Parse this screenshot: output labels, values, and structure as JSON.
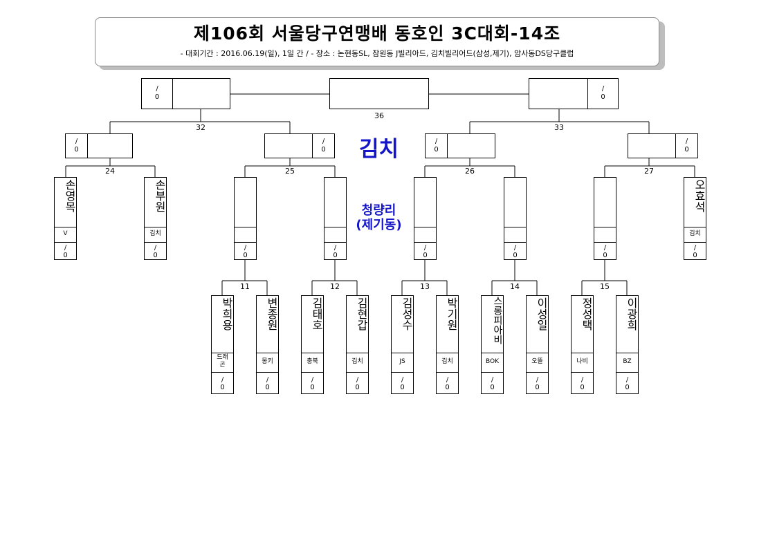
{
  "header": {
    "title": "제106회 서울당구연맹배 동호인 3C대회-14조",
    "subtitle": "- 대회기간 : 2016.06.19(일), 1일 간 / - 장소 : 논현동SL, 잠원동 J빌리아드, 김치빌리어드(삼성,제기), 암사동DS당구클럽"
  },
  "score": "/\n0",
  "venue": {
    "main": "김치",
    "sub": "청량리\n(제기동)"
  },
  "matches": {
    "m11": "11",
    "m12": "12",
    "m13": "13",
    "m14": "14",
    "m15": "15",
    "m24": "24",
    "m25": "25",
    "m26": "26",
    "m27": "27",
    "m32": "32",
    "m33": "33",
    "m36": "36"
  },
  "players": {
    "p1": {
      "name": "손영목",
      "club": "V"
    },
    "p2": {
      "name": "손부원",
      "club": "김치"
    },
    "p3": {
      "name": "",
      "club": ""
    },
    "p4": {
      "name": "",
      "club": ""
    },
    "p5": {
      "name": "",
      "club": ""
    },
    "p6": {
      "name": "",
      "club": ""
    },
    "p7": {
      "name": "",
      "club": ""
    },
    "p8": {
      "name": "오효석",
      "club": "김치"
    },
    "b1": {
      "name": "박희용",
      "club": "드래곤"
    },
    "b2": {
      "name": "변종원",
      "club": "몽키"
    },
    "b3": {
      "name": "김태호",
      "club": "충북"
    },
    "b4": {
      "name": "김현갑",
      "club": "김치"
    },
    "b5": {
      "name": "김성수",
      "club": "JS"
    },
    "b6": {
      "name": "박기원",
      "club": "김치"
    },
    "b7": {
      "name": "스롱피아비",
      "club": "BOK"
    },
    "b8": {
      "name": "이성일",
      "club": "오뜰"
    },
    "b9": {
      "name": "정성택",
      "club": "나비"
    },
    "b10": {
      "name": "이광희",
      "club": "BZ"
    }
  }
}
